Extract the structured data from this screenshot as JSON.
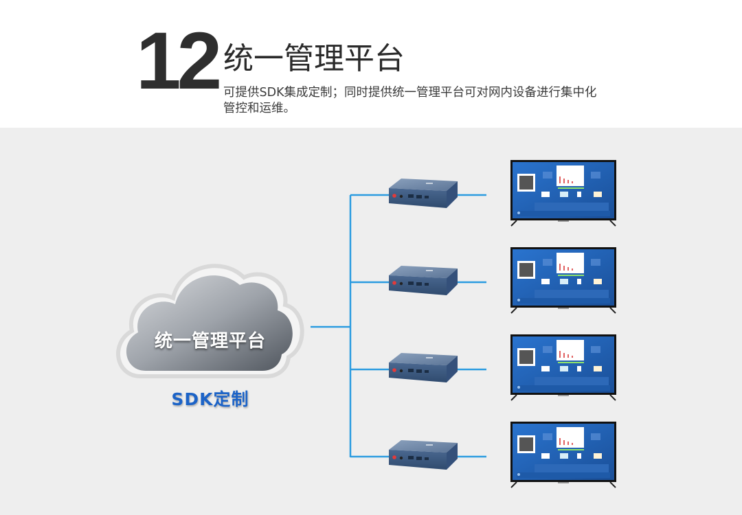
{
  "header": {
    "number": "12",
    "title": "统一管理平台",
    "description_line1": "可提供SDK集成定制；同时提供统一管理平台可对网内设备进行集中化",
    "description_line2": "管控和运维。"
  },
  "diagram": {
    "cloud_label": "统一管理平台",
    "sdk_label": "SDK定制",
    "device_count": 4,
    "colors": {
      "line": "#2b9be0",
      "cloud_dark": "#5f6670",
      "cloud_light": "#d3d6da",
      "screen_bg": "#1f63b8",
      "box_top": "#6f88a8",
      "box_front": "#3e5a80"
    }
  }
}
